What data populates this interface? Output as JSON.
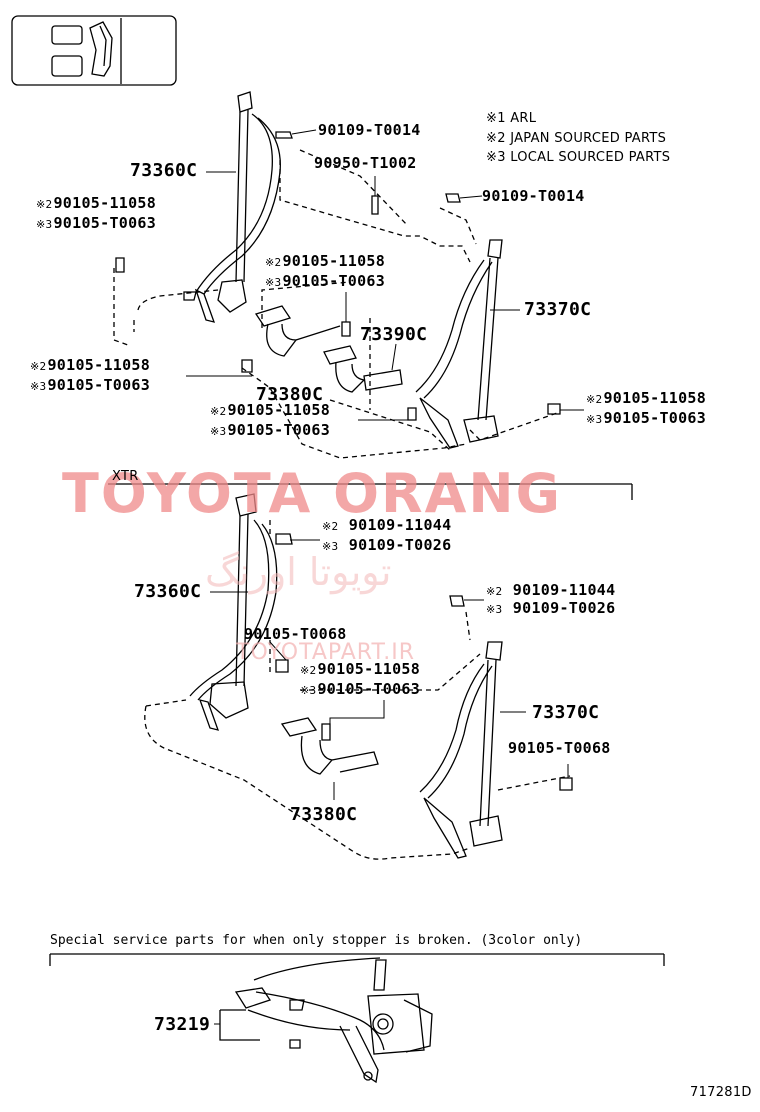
{
  "notes": {
    "n1": "※1 ARL",
    "n2": "※2 JAPAN SOURCED PARTS",
    "n3": "※3 LOCAL SOURCED PARTS"
  },
  "section_labels": {
    "xtr": "XTR",
    "special": "Special service parts for when only stopper is broken. (3color only)"
  },
  "upper": {
    "p_73360c": "73360C",
    "p_90109_t0014_a": "90109-T0014",
    "p_90950_t1002": "90950-T1002",
    "p_90109_t0014_b": "90109-T0014",
    "left_bolt_2": "90105-11058",
    "left_bolt_3": "90105-T0063",
    "mid_bolt_2": "90105-11058",
    "mid_bolt_3": "90105-T0063",
    "p_73390c": "73390C",
    "p_73370c": "73370C",
    "low_left_bolt_2": "90105-11058",
    "low_left_bolt_3": "90105-T0063",
    "p_73380c": "73380C",
    "low_mid_bolt_2": "90105-11058",
    "low_mid_bolt_3": "90105-T0063",
    "right_bolt_2": "90105-11058",
    "right_bolt_3": "90105-T0063"
  },
  "lower": {
    "top_bolt_2": "90109-11044",
    "top_bolt_3": "90109-T0026",
    "p_73360c": "73360C",
    "right_bolt_2": "90109-11044",
    "right_bolt_3": "90109-T0026",
    "p_90105_t0068_a": "90105-T0068",
    "mid_bolt_2": "90105-11058",
    "mid_bolt_3": "90105-T0063",
    "p_73370c": "73370C",
    "p_90105_t0068_b": "90105-T0068",
    "p_73380c": "73380C"
  },
  "bottom": {
    "p_73219": "73219",
    "figure_id": "717281D"
  },
  "marks": {
    "m2": "※2",
    "m3": "※3"
  },
  "watermark": {
    "main": "TOYOTA ORANG",
    "site": "TOYOTAPART.IR",
    "persian": "تویوتا اورنگ"
  }
}
